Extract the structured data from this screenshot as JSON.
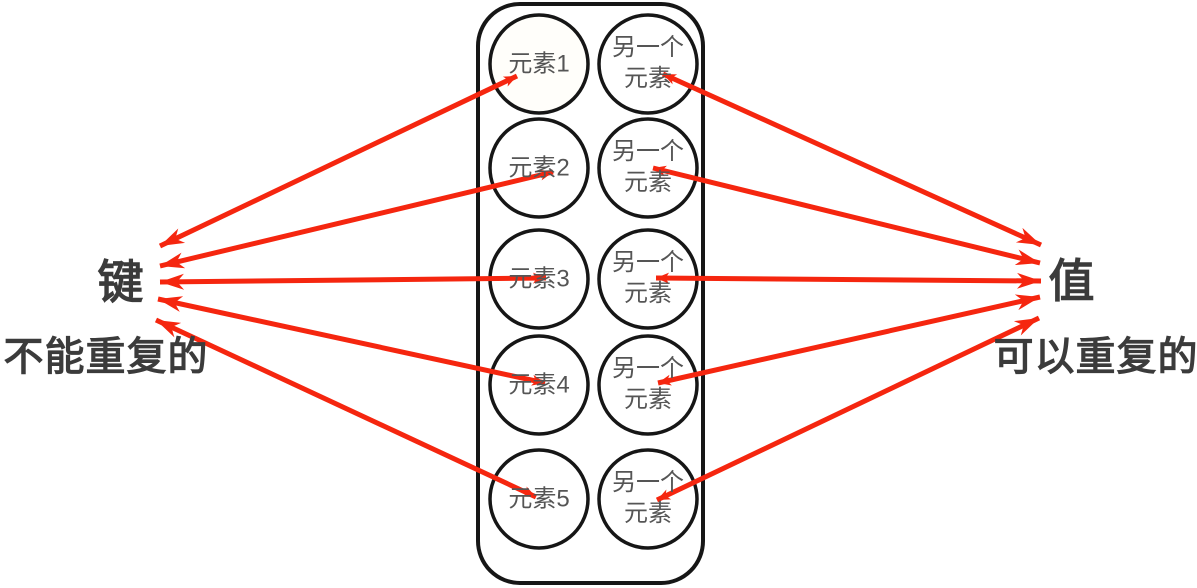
{
  "left_annotation": {
    "title": "键",
    "subtitle": "不能重复的"
  },
  "right_annotation": {
    "title": "值",
    "subtitle": "可以重复的"
  },
  "rows": [
    {
      "key": "元素1",
      "value": "另一个\n元素"
    },
    {
      "key": "元素2",
      "value": "另一个\n元素"
    },
    {
      "key": "元素3",
      "value": "另一个\n元素"
    },
    {
      "key": "元素4",
      "value": "另一个\n元素"
    },
    {
      "key": "元素5",
      "value": "另一个\n元素"
    }
  ],
  "colors": {
    "arrow_red": "#f5260f",
    "outline_black": "#161616",
    "circle_text_gray": "#555555",
    "annotation_text": "#3b3b3b",
    "background": "#ffffff"
  }
}
